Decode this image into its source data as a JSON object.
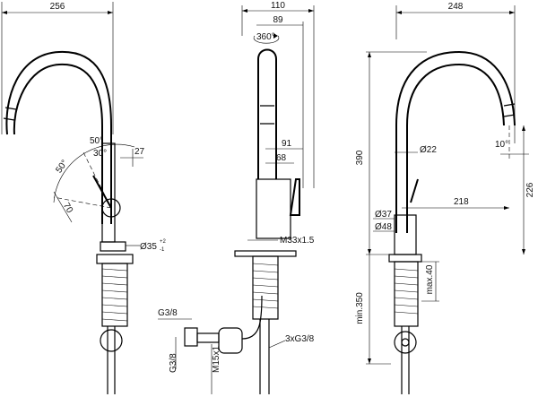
{
  "side_view": {
    "width_top": "256",
    "angle_50_top": "50°",
    "angle_30": "30°",
    "dim_27": "27",
    "angle_50_left": "50°",
    "dim_70": "70",
    "diam_35": "Ø35",
    "tol_plus": "+2",
    "tol_minus": "-1"
  },
  "front_view": {
    "width_110": "110",
    "width_89": "89",
    "rotation": "360°",
    "dim_91": "91",
    "dim_68": "68",
    "thread_m33": "M33x1.5",
    "g38_top": "G3/8",
    "g38_side": "G3/8",
    "m15": "M15x1",
    "hoses": "3xG3/8"
  },
  "right_view": {
    "width_248": "248",
    "height_390": "390",
    "diam_22": "Ø22",
    "angle_10": "10°",
    "dim_218": "218",
    "dim_226": "226",
    "diam_37": "Ø37",
    "diam_48": "Ø48",
    "min_350": "min.350",
    "max_40": "max.40"
  }
}
